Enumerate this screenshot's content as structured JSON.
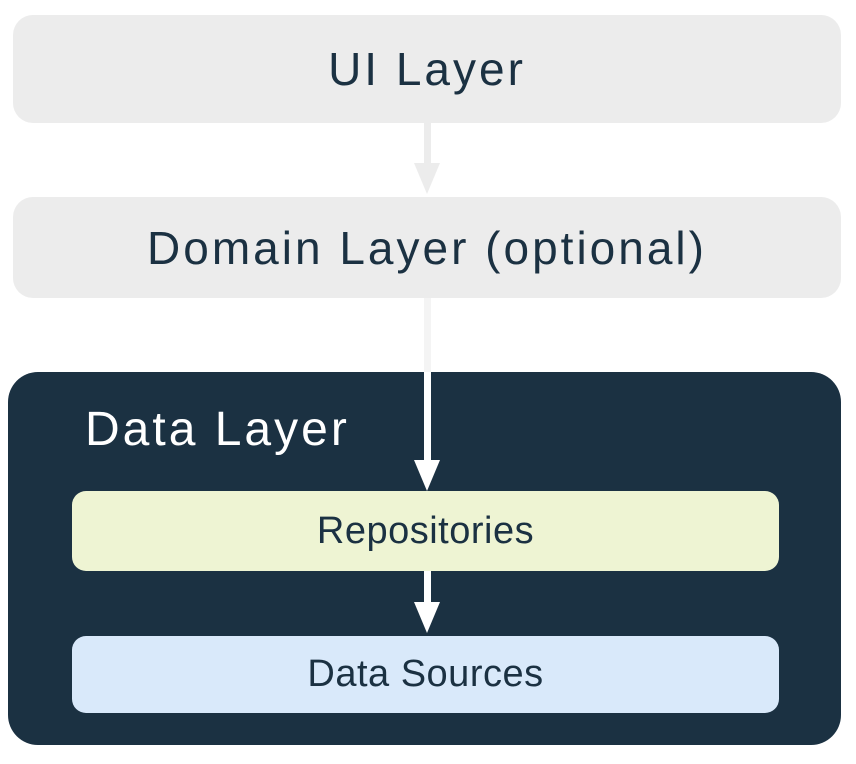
{
  "diagram": {
    "ui_layer": {
      "label": "UI Layer"
    },
    "domain_layer": {
      "label": "Domain Layer (optional)"
    },
    "data_layer": {
      "label": "Data Layer",
      "children": [
        {
          "label": "Repositories"
        },
        {
          "label": "Data Sources"
        }
      ]
    },
    "colors": {
      "page_bg": "#FFFFFF",
      "light_box_bg": "#ECECEC",
      "dark_box_bg": "#1B3142",
      "repositories_bg": "#EEF4D3",
      "data_sources_bg": "#D9E9FA",
      "text_dark": "#1B3142",
      "text_light": "#FFFFFF",
      "arrow_gray": "#ECECEC",
      "arrow_faint": "#F4F4F4",
      "arrow_white": "#FFFFFF"
    }
  }
}
